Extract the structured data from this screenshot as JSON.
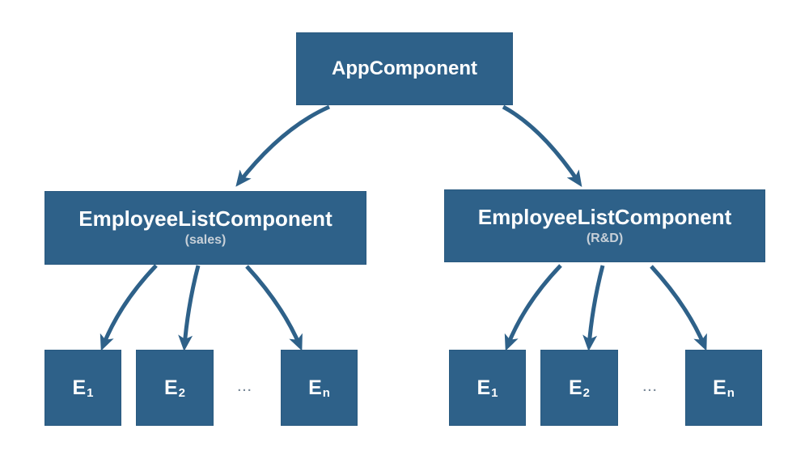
{
  "diagram": {
    "root": {
      "title": "AppComponent"
    },
    "groups": [
      {
        "title": "EmployeeListComponent",
        "subtitle": "(sales)",
        "ellipsis": "...",
        "children": [
          {
            "base": "E",
            "sub": "1"
          },
          {
            "base": "E",
            "sub": "2"
          },
          {
            "base": "E",
            "sub": "n"
          }
        ]
      },
      {
        "title": "EmployeeListComponent",
        "subtitle": "(R&D)",
        "ellipsis": "...",
        "children": [
          {
            "base": "E",
            "sub": "1"
          },
          {
            "base": "E",
            "sub": "2"
          },
          {
            "base": "E",
            "sub": "n"
          }
        ]
      }
    ],
    "colors": {
      "node_fill": "#2e6189",
      "node_border": "#2a5a80",
      "node_text": "#ffffff",
      "subtitle_text": "#c7d0d8",
      "arrow": "#2e6189",
      "ellipsis_text": "#7a8a99",
      "background": "#ffffff"
    }
  }
}
